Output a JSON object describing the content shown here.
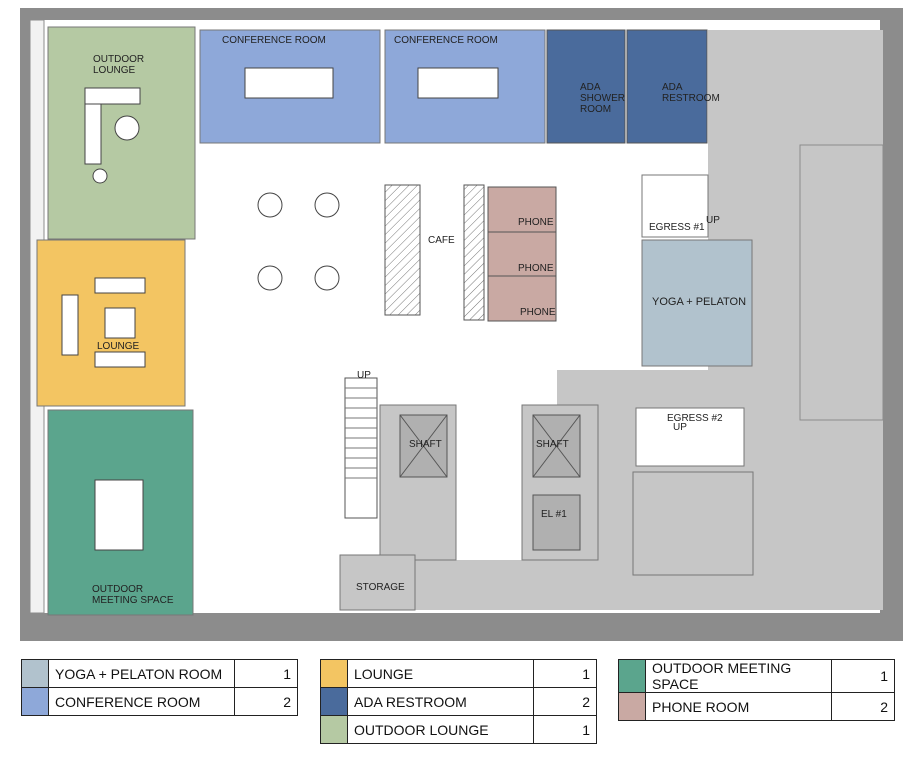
{
  "colors": {
    "outdoor_lounge": "#b5c9a3",
    "conference": "#8ea8d9",
    "ada": "#4a6b9c",
    "lounge": "#f3c562",
    "outdoor_meeting": "#5ba58d",
    "phone": "#c9a9a3",
    "yoga": "#b1c2cd",
    "core": "#c6c6c6",
    "wall": "#8c8c8c"
  },
  "plan": {
    "outdoor_lounge": "OUTDOOR\nLOUNGE",
    "conference_1": "CONFERENCE ROOM",
    "conference_2": "CONFERENCE ROOM",
    "ada_shower": "ADA\nSHOWER\nROOM",
    "ada_restroom": "ADA\nRESTROOM",
    "lounge": "LOUNGE",
    "cafe": "CAFE",
    "phone_1": "PHONE",
    "phone_2": "PHONE",
    "phone_3": "PHONE",
    "egress_1": "EGRESS #1",
    "egress_2": "EGRESS #2",
    "yoga": "YOGA + PELATON",
    "shaft_1": "SHAFT",
    "shaft_2": "SHAFT",
    "elevator": "EL #1",
    "storage": "STORAGE",
    "outdoor_meeting": "OUTDOOR\nMEETING SPACE",
    "up_1": "UP",
    "up_2": "UP",
    "up_3": "UP"
  },
  "legend": [
    {
      "rows": [
        {
          "name": "YOGA + PELATON ROOM",
          "count": "1",
          "color": "#b1c2cd"
        },
        {
          "name": "CONFERENCE ROOM",
          "count": "2",
          "color": "#8ea8d9"
        }
      ]
    },
    {
      "rows": [
        {
          "name": "LOUNGE",
          "count": "1",
          "color": "#f3c562"
        },
        {
          "name": "ADA RESTROOM",
          "count": "2",
          "color": "#4a6b9c"
        },
        {
          "name": "OUTDOOR LOUNGE",
          "count": "1",
          "color": "#b5c9a3"
        }
      ]
    },
    {
      "rows": [
        {
          "name": "OUTDOOR MEETING SPACE",
          "count": "1",
          "color": "#5ba58d"
        },
        {
          "name": "PHONE ROOM",
          "count": "2",
          "color": "#c9a9a3"
        }
      ]
    }
  ]
}
